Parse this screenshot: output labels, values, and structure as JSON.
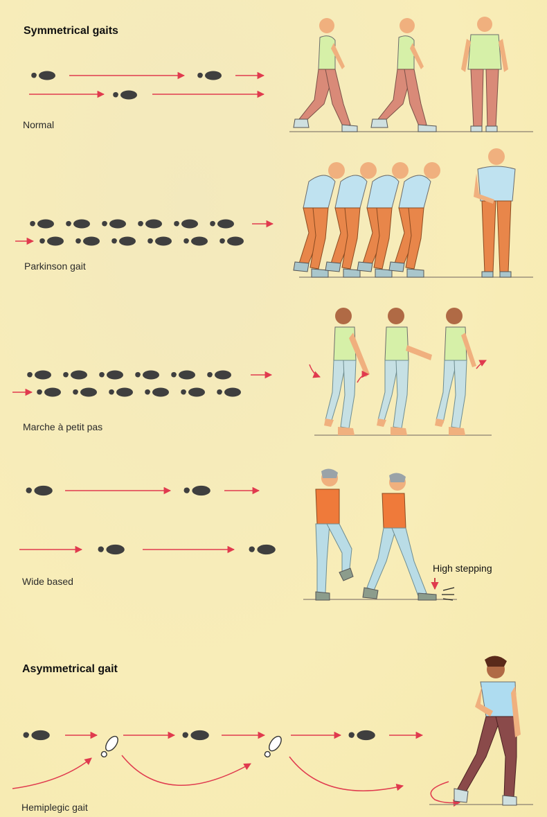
{
  "sections": {
    "symmetrical_title": "Symmetrical gaits",
    "asymmetrical_title": "Asymmetrical gait"
  },
  "gaits": {
    "normal": "Normal",
    "parkinson": "Parkinson gait",
    "petit_pas": "Marche à petit pas",
    "wide_based": "Wide based",
    "hemiplegic": "Hemiplegic gait"
  },
  "annotations": {
    "high_stepping": "High stepping"
  },
  "colors": {
    "background": "#f8edb8",
    "arrow": "#e03a4e",
    "footprint": "#3f3f3f",
    "shirt_normal": "#d6f0a8",
    "trousers_normal": "#d98a78",
    "shirt_parkinson": "#bfe2f0",
    "trousers_parkinson": "#e8864a",
    "shirt_petit_pas": "#d6f0a8",
    "trousers_petit_pas": "#c6e0e4",
    "shirt_wide": "#ef7a3a",
    "trousers_wide": "#b9dce6",
    "shirt_hemiplegic": "#aedcf0",
    "trousers_hemiplegic": "#8a4a4a"
  }
}
